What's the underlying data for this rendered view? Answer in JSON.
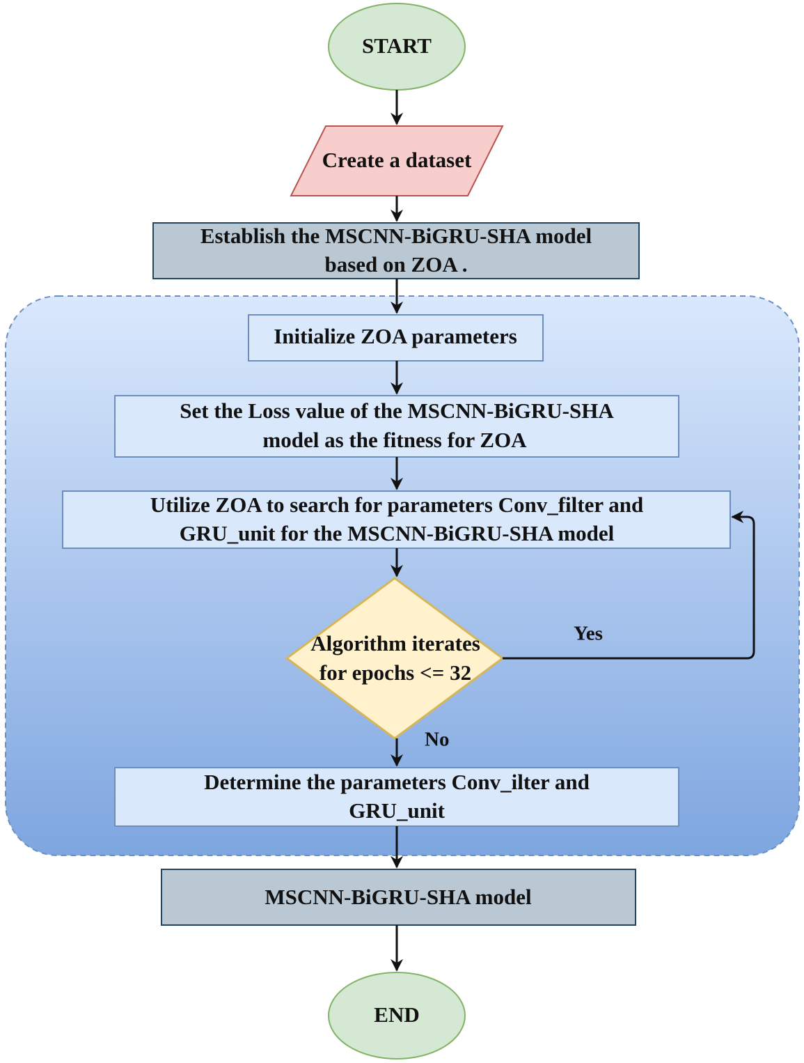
{
  "nodes": {
    "start": {
      "label": "START"
    },
    "create_dataset": {
      "label": "Create a dataset"
    },
    "establish_model": {
      "line1": "Establish the MSCNN-BiGRU-SHA model",
      "line2": "based on ZOA ."
    },
    "init_params": {
      "label": "Initialize ZOA  parameters"
    },
    "set_loss": {
      "line1": "Set the Loss value of the MSCNN-BiGRU-SHA",
      "line2": "model as the fitness  for ZOA"
    },
    "utilize_zoa": {
      "line1": "Utilize ZOA to search for parameters Conv_filter and",
      "line2": "GRU_unit for the MSCNN-BiGRU-SHA model"
    },
    "decision": {
      "line1": "Algorithm iterates",
      "line2": "for epochs <= 32"
    },
    "determine": {
      "line1": "Determine the parameters Conv_ilter and",
      "line2": "GRU_unit"
    },
    "final_model": {
      "label": "MSCNN-BiGRU-SHA model"
    },
    "end": {
      "label": "END"
    }
  },
  "edge_labels": {
    "yes": "Yes",
    "no": "No"
  },
  "colors": {
    "terminal_fill": "#d5e8d4",
    "terminal_stroke": "#82b366",
    "io_fill": "#f8cecc",
    "io_stroke": "#b85450",
    "model_fill": "#bac8d3",
    "model_stroke": "#23445d",
    "process_fill": "#dae8fc",
    "process_stroke": "#6c8ebf",
    "decision_fill": "#fff2cc",
    "decision_stroke": "#d6b656",
    "container_top": "#dae8fc",
    "container_bottom": "#7ea6e0"
  }
}
